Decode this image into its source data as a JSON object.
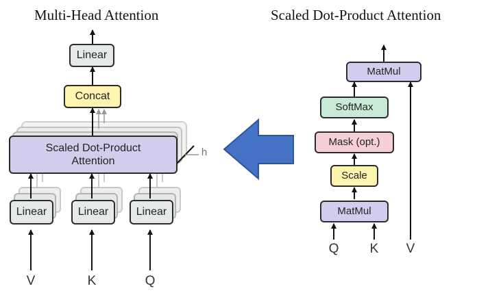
{
  "multi_head": {
    "title": "Multi-Head Attention",
    "top_linear": "Linear",
    "concat": "Concat",
    "sdpa_line1": "Scaled Dot-Product",
    "sdpa_line2": "Attention",
    "head_count": "h",
    "linear_v": "Linear",
    "linear_k": "Linear",
    "linear_q": "Linear",
    "input_v": "V",
    "input_k": "K",
    "input_q": "Q"
  },
  "scaled_dot": {
    "title": "Scaled Dot-Product Attention",
    "matmul_top": "MatMul",
    "softmax": "SoftMax",
    "mask": "Mask (opt.)",
    "scale": "Scale",
    "matmul_bottom": "MatMul",
    "input_q": "Q",
    "input_k": "K",
    "input_v": "V"
  },
  "colors": {
    "linear": "#e5e9ea",
    "concat": "#fdf4b0",
    "attention": "#d4cced",
    "softmax": "#c9ead6",
    "mask": "#f7cfd9",
    "scale": "#fdf4b0",
    "matmul": "#d4cced",
    "big_arrow": "#4472c4"
  }
}
